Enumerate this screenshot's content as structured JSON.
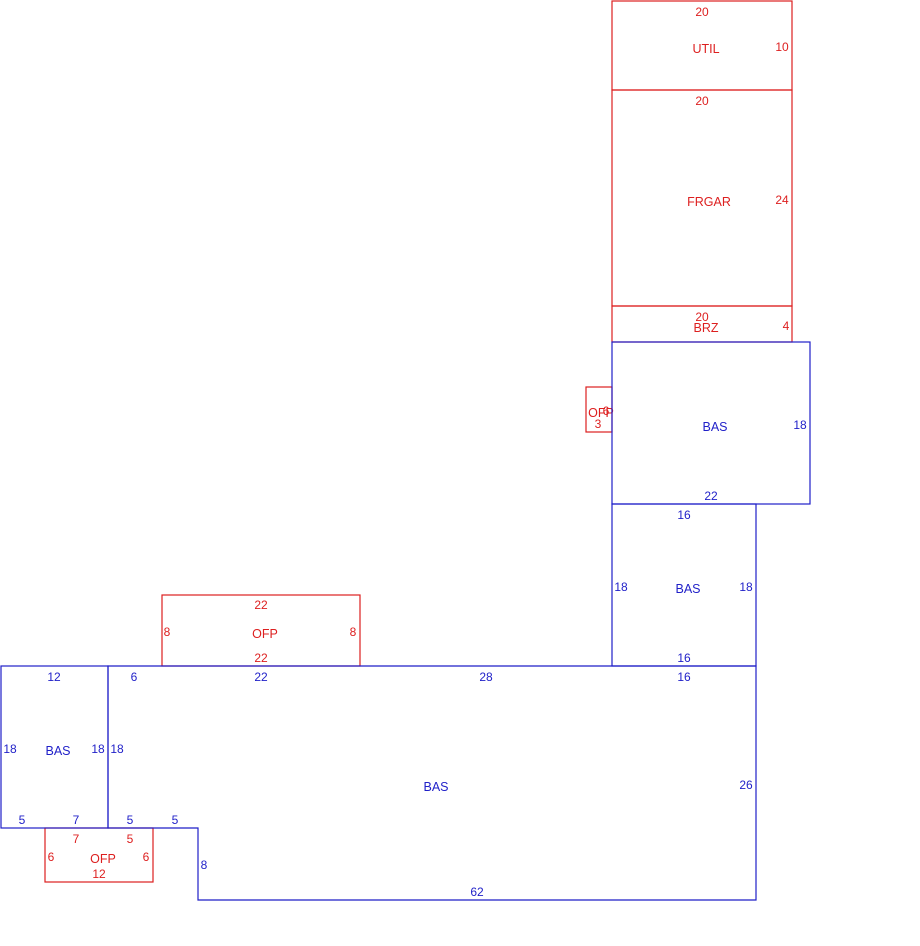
{
  "colors": {
    "red": "#dd1f1f",
    "blue": "#1f1fc8"
  },
  "areas": {
    "util": {
      "name": "UTIL",
      "top": "20",
      "right": "10"
    },
    "frgar": {
      "name": "FRGAR",
      "top": "20",
      "right": "24"
    },
    "brz": {
      "name": "BRZ",
      "top": "20",
      "right": "4"
    },
    "ofp_small": {
      "name": "OFP",
      "side": "3",
      "side2": "6"
    },
    "bas_top": {
      "name": "BAS",
      "right": "18",
      "bottom": "22"
    },
    "bas_mid": {
      "name": "BAS",
      "top": "16",
      "left": "18",
      "right": "18",
      "bottom": "16"
    },
    "ofp_porch": {
      "name": "OFP",
      "top": "22",
      "left": "8",
      "right": "8",
      "bottom": "22"
    },
    "bas_left": {
      "name": "BAS",
      "top": "12",
      "left": "18",
      "right": "18",
      "bottom_a": "5",
      "bottom_b": "7"
    },
    "bas_main": {
      "name": "BAS",
      "top_a": "6",
      "top_b": "22",
      "top_c": "28",
      "top_d": "16",
      "left": "18",
      "right": "26",
      "bottom_a": "5",
      "bottom_b": "5",
      "step": "8",
      "bottom": "62"
    },
    "ofp_bottom": {
      "name": "OFP",
      "top_a": "7",
      "top_b": "5",
      "left": "6",
      "right": "6",
      "bottom": "12"
    }
  }
}
